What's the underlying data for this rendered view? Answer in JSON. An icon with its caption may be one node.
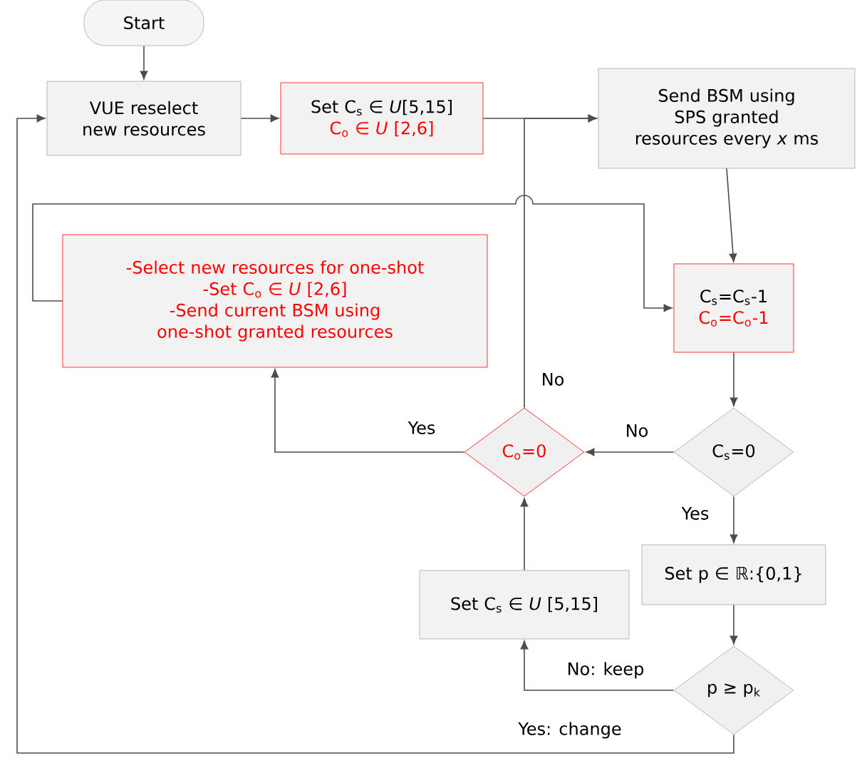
{
  "diagram": {
    "nodes": [
      {
        "text": [
          "Start"
        ]
      },
      {
        "text": [
          "VUE reselect new resources"
        ]
      },
      {
        "text": [
          "Set C$_{s}$ ∈ *U*[5,15]",
          "C$_{o}$ ∈ *U* [2,6]"
        ]
      },
      {
        "text": [
          "Send BSM using SPS granted resources every *x* ms"
        ]
      },
      {
        "text": [
          "-Select new resources for one-shot",
          "-Set C$_{o}$ ∈ *U* [2,6]",
          "-Send current BSM using one-shot granted resources"
        ]
      },
      {
        "text": [
          "C$_{s}$=C$_{s}$-1",
          "C$_{o}$=C$_{o}$-1"
        ]
      },
      {
        "text": [
          "C$_{s}$=0"
        ]
      },
      {
        "text": [
          "C$_{o}$=0"
        ]
      },
      {
        "text": [
          "Set p ∈ ℝ:{0,1}"
        ]
      },
      {
        "text": [
          "Set C$_{s}$ ∈ *U* [5,15]"
        ]
      },
      {
        "text": [
          "p ≥ p$_{k}$"
        ]
      }
    ],
    "edges": [
      {
        "from": 0,
        "to": 1,
        "arrow": "to"
      },
      {
        "from": 1,
        "to": 2,
        "arrow": "to"
      },
      {
        "from": 2,
        "to": 3,
        "arrow": "to"
      },
      {
        "from": 3,
        "to": 5,
        "arrow": "to"
      },
      {
        "from": 5,
        "to": 6,
        "arrow": "to"
      },
      {
        "from": 6,
        "to": 7,
        "arrow": "to",
        "label": "No"
      },
      {
        "from": 6,
        "to": 8,
        "arrow": "to",
        "label": "Yes"
      },
      {
        "from": 8,
        "to": 10,
        "arrow": "to"
      },
      {
        "from": 10,
        "to": 9,
        "arrow": "to",
        "label": "No: keep"
      },
      {
        "from": 9,
        "to": 7,
        "arrow": "to"
      },
      {
        "from": 7,
        "to": 4,
        "arrow": "to",
        "label": "Yes"
      },
      {
        "from": 7,
        "to": 3,
        "arrow": "to",
        "label": "No"
      },
      {
        "from": 4,
        "to": 5,
        "arrow": "to"
      },
      {
        "from": 10,
        "to": 1,
        "arrow": "to",
        "label": "Yes: change"
      }
    ]
  }
}
